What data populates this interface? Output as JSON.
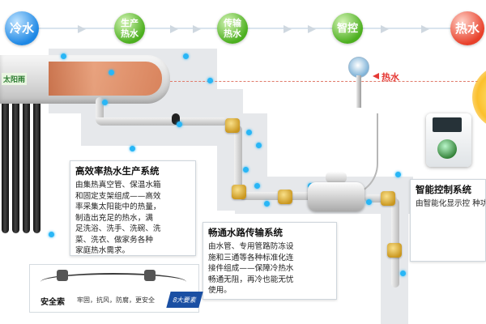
{
  "stages": {
    "cold": "冷水",
    "production": "生产\n热水",
    "transport": "传输\n热水",
    "control": "智控",
    "hot": "热水"
  },
  "brand_label": "太阳雨",
  "hot_water_label": "热水",
  "production_system": {
    "title": "高效率热水生产系统",
    "body": "由集热真空管、保温水箱\n和固定支架组成——高效\n率采集太阳能中的热量，\n制造出充足的热水，满\n足洗浴、洗手、洗碗、洗\n菜、洗衣、做家务各种\n家庭热水需求。"
  },
  "transport_system": {
    "title": "畅通水路传输系统",
    "body": "由水管、专用管路防冻设\n施和三通等各种标准化连\n接件组成——保障冷热水\n畅通无阻，再冷也能无忧\n使用。"
  },
  "control_system": {
    "title": "智能控制系统",
    "body": "由智能化显示控\n种功能先进的控\n—保障太阳能各\n其职，整机高效\n方便，安全无忧"
  },
  "safety_valve": {
    "title": "安全索",
    "desc": "牢固，抗风，防腐，更安全",
    "tag": "8大要素"
  },
  "colors": {
    "cold": "#1e88e5",
    "stage_green": "#4caf1f",
    "hot": "#e8402a",
    "node": "#29b6f6",
    "fitting": "#c9961e"
  }
}
